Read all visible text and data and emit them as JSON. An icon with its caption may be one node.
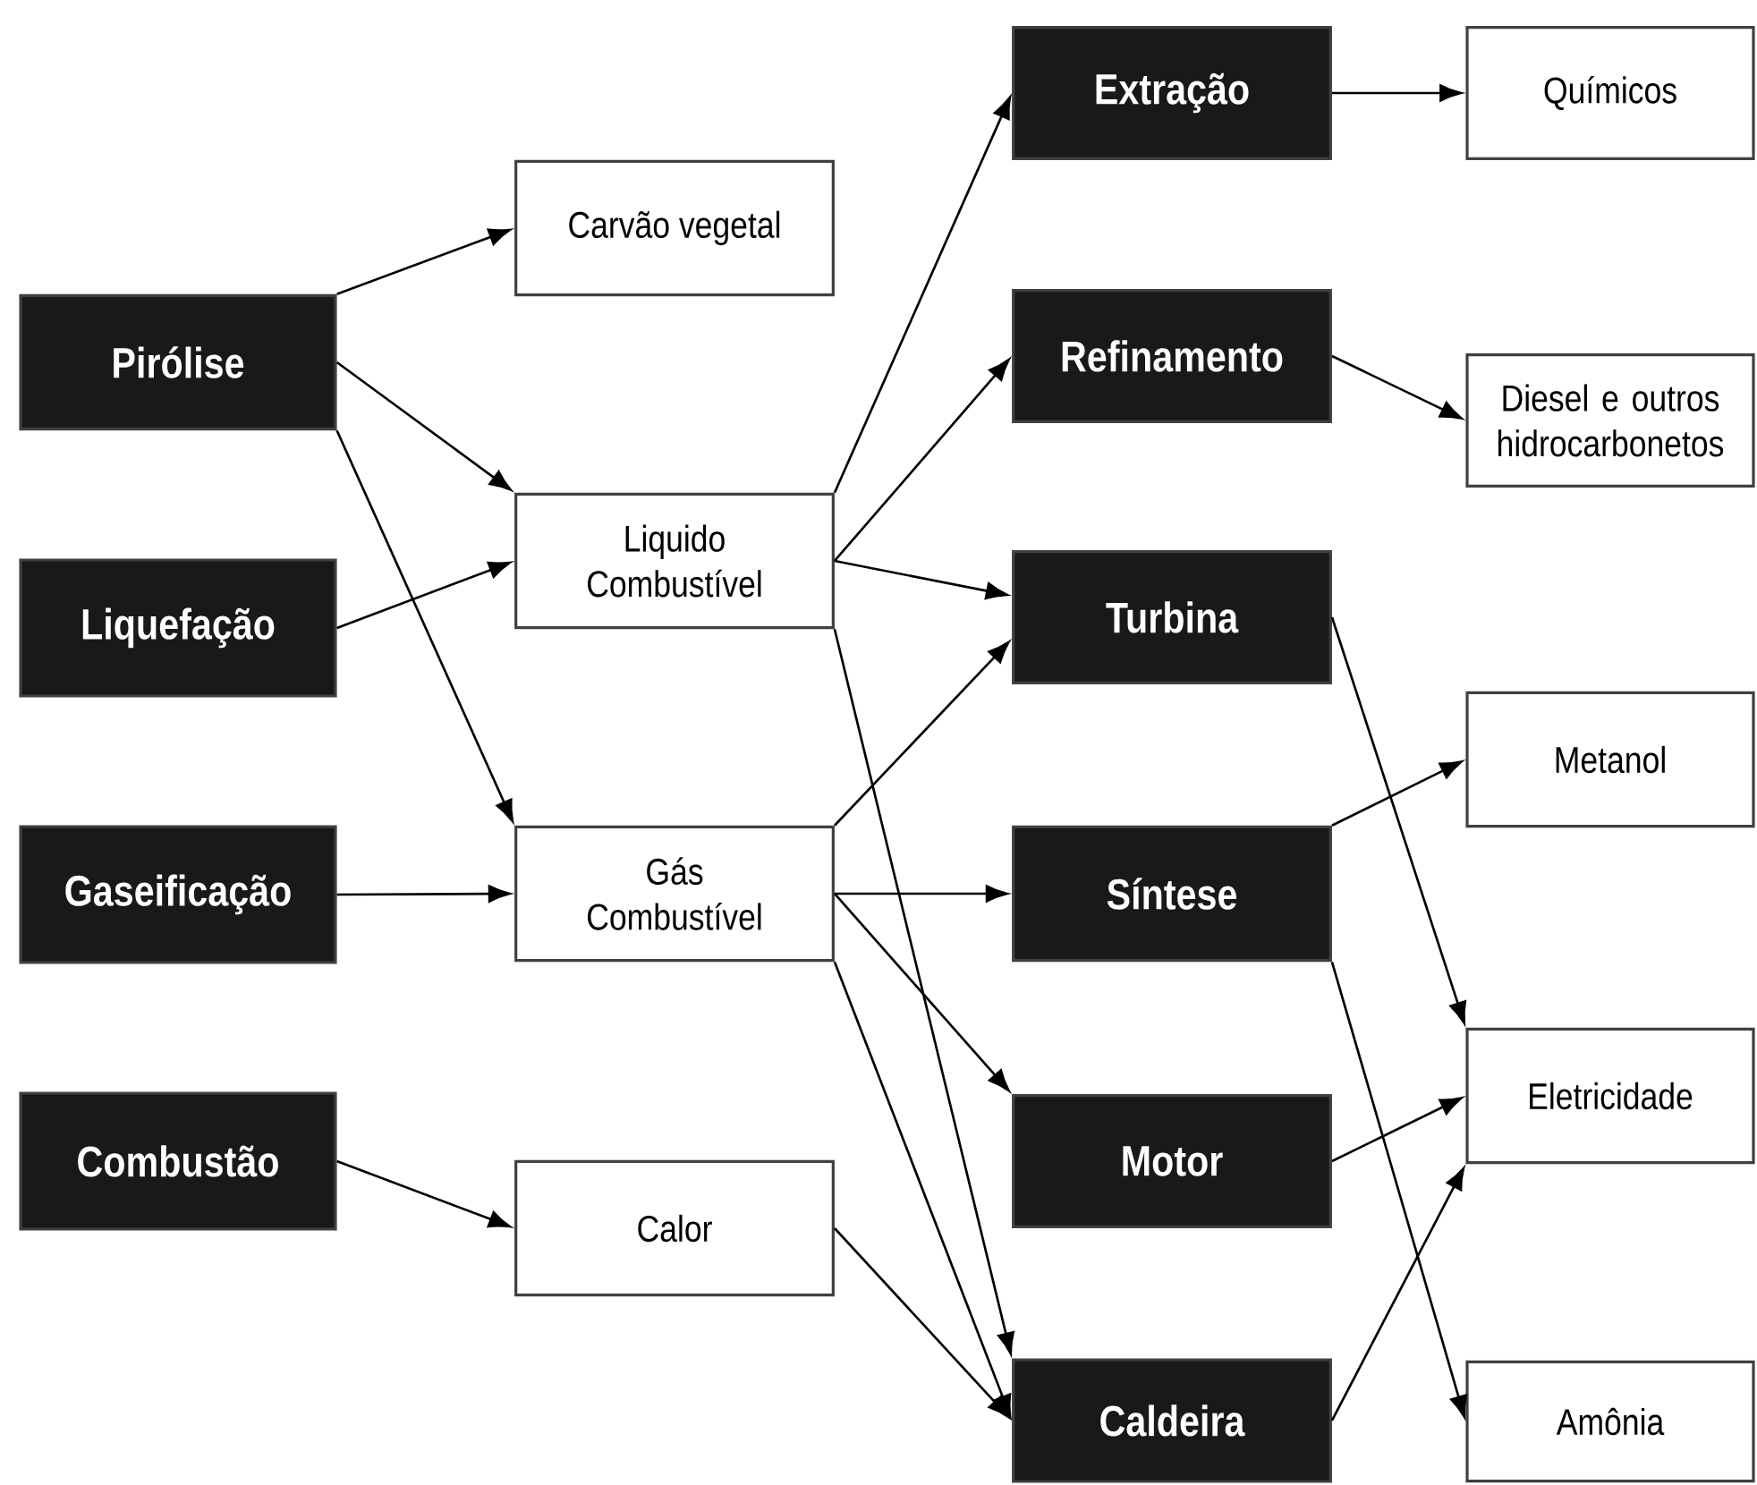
{
  "diagram": {
    "nodes": [
      {
        "text": [
          "Pirólise"
        ]
      },
      {
        "text": [
          "Liquefação"
        ]
      },
      {
        "text": [
          "Gaseificação"
        ]
      },
      {
        "text": [
          "Combustão"
        ]
      },
      {
        "text": [
          "Carvão vegetal"
        ]
      },
      {
        "text": [
          "Liquido Combustível"
        ]
      },
      {
        "text": [
          "Gás Combustível"
        ]
      },
      {
        "text": [
          "Calor"
        ]
      },
      {
        "text": [
          "Extração"
        ]
      },
      {
        "text": [
          "Refinamento"
        ]
      },
      {
        "text": [
          "Turbina"
        ]
      },
      {
        "text": [
          "Síntese"
        ]
      },
      {
        "text": [
          "Motor"
        ]
      },
      {
        "text": [
          "Caldeira"
        ]
      },
      {
        "text": [
          "Químicos"
        ]
      },
      {
        "text": [
          "Diesel e outros hidrocarbonetos"
        ]
      },
      {
        "text": [
          "Metanol"
        ]
      },
      {
        "text": [
          "Eletricidade"
        ]
      },
      {
        "text": [
          "Amônia"
        ]
      }
    ],
    "edges": [
      {
        "from": 0,
        "to": 4,
        "arrow": "to"
      },
      {
        "from": 0,
        "to": 5,
        "arrow": "to"
      },
      {
        "from": 0,
        "to": 6,
        "arrow": "to"
      },
      {
        "from": 1,
        "to": 5,
        "arrow": "to"
      },
      {
        "from": 2,
        "to": 6,
        "arrow": "to"
      },
      {
        "from": 3,
        "to": 7,
        "arrow": "to"
      },
      {
        "from": 5,
        "to": 8,
        "arrow": "to"
      },
      {
        "from": 5,
        "to": 9,
        "arrow": "to"
      },
      {
        "from": 5,
        "to": 10,
        "arrow": "to"
      },
      {
        "from": 5,
        "to": 13,
        "arrow": "to"
      },
      {
        "from": 6,
        "to": 10,
        "arrow": "to"
      },
      {
        "from": 6,
        "to": 11,
        "arrow": "to"
      },
      {
        "from": 6,
        "to": 12,
        "arrow": "to"
      },
      {
        "from": 6,
        "to": 13,
        "arrow": "to"
      },
      {
        "from": 7,
        "to": 13,
        "arrow": "to"
      },
      {
        "from": 8,
        "to": 14,
        "arrow": "to"
      },
      {
        "from": 9,
        "to": 15,
        "arrow": "to"
      },
      {
        "from": 10,
        "to": 17,
        "arrow": "to"
      },
      {
        "from": 11,
        "to": 16,
        "arrow": "to"
      },
      {
        "from": 11,
        "to": 18,
        "arrow": "to"
      },
      {
        "from": 12,
        "to": 17,
        "arrow": "to"
      },
      {
        "from": 13,
        "to": 17,
        "arrow": "to"
      }
    ]
  }
}
